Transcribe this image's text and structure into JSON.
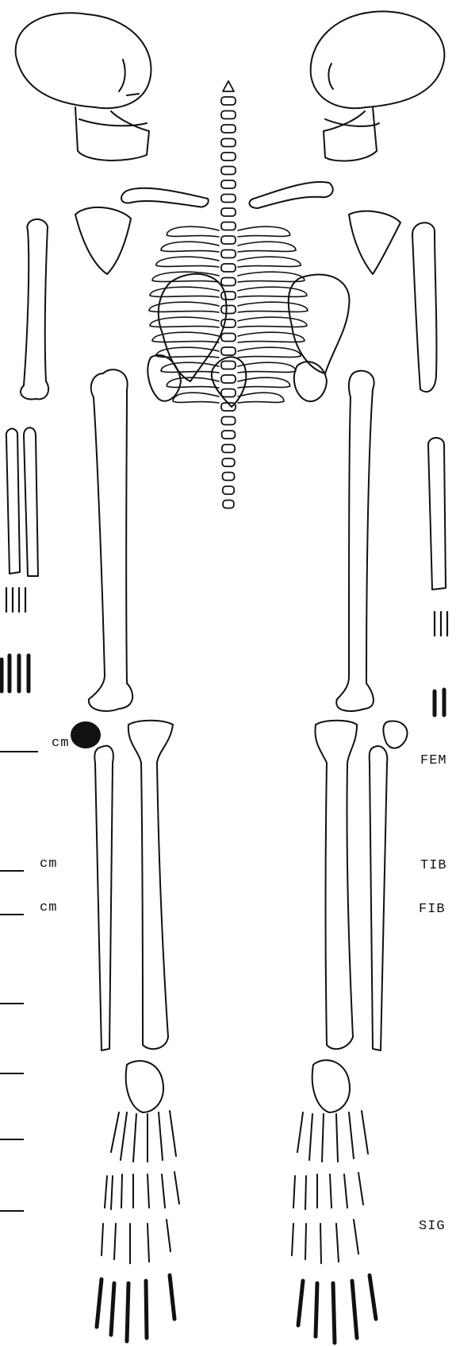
{
  "form": {
    "units": {
      "u1": "cm",
      "u2": "cm",
      "u3": "cm"
    },
    "right_labels": {
      "femur": "FEM",
      "tibia": "TIB",
      "fibula": "FIB",
      "signature": "SIG"
    }
  },
  "colors": {
    "ink": "#111111",
    "paper": "#ffffff"
  }
}
